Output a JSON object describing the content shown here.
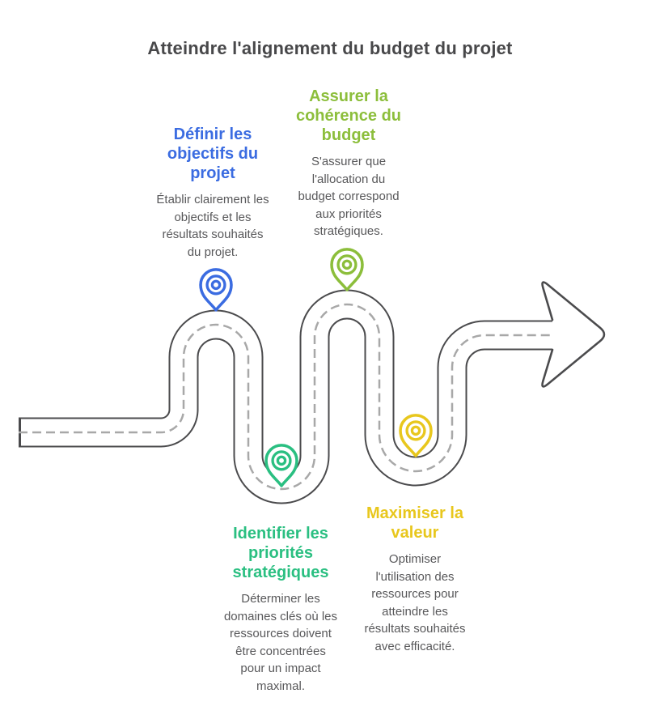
{
  "title": "Atteindre l'alignement du budget du projet",
  "colors": {
    "background": "#ffffff",
    "title_text": "#48484a",
    "body_text": "#58585a",
    "road": "#4b4b4d",
    "road_dash": "#a8a8a8",
    "pin_fill": "#ffffff"
  },
  "steps": [
    {
      "id": 1,
      "heading": "Définir les\nobjectifs du\nprojet",
      "description": "Établir clairement les\nobjectifs et les\nrésultats souhaités\ndu projet.",
      "accent_color": "#3b6ce1",
      "pin": "blue-map-pin"
    },
    {
      "id": 2,
      "heading": "Assurer la\ncohérence du\nbudget",
      "description": "S'assurer que\nl'allocation du\nbudget correspond\naux priorités\nstratégiques.",
      "accent_color": "#8cbe3b",
      "pin": "olive-map-pin"
    },
    {
      "id": 3,
      "heading": "Identifier les\npriorités\nstratégiques",
      "description": "Déterminer les\ndomaines clés où les\nressources doivent\nêtre concentrées\npour un impact\nmaximal.",
      "accent_color": "#2abf81",
      "pin": "teal-map-pin"
    },
    {
      "id": 4,
      "heading": "Maximiser la\nvaleur",
      "description": "Optimiser\nl'utilisation des\nressources pour\natteindre les\nrésultats souhaités\navec efficacité.",
      "accent_color": "#e8c71d",
      "pin": "yellow-map-pin"
    }
  ]
}
